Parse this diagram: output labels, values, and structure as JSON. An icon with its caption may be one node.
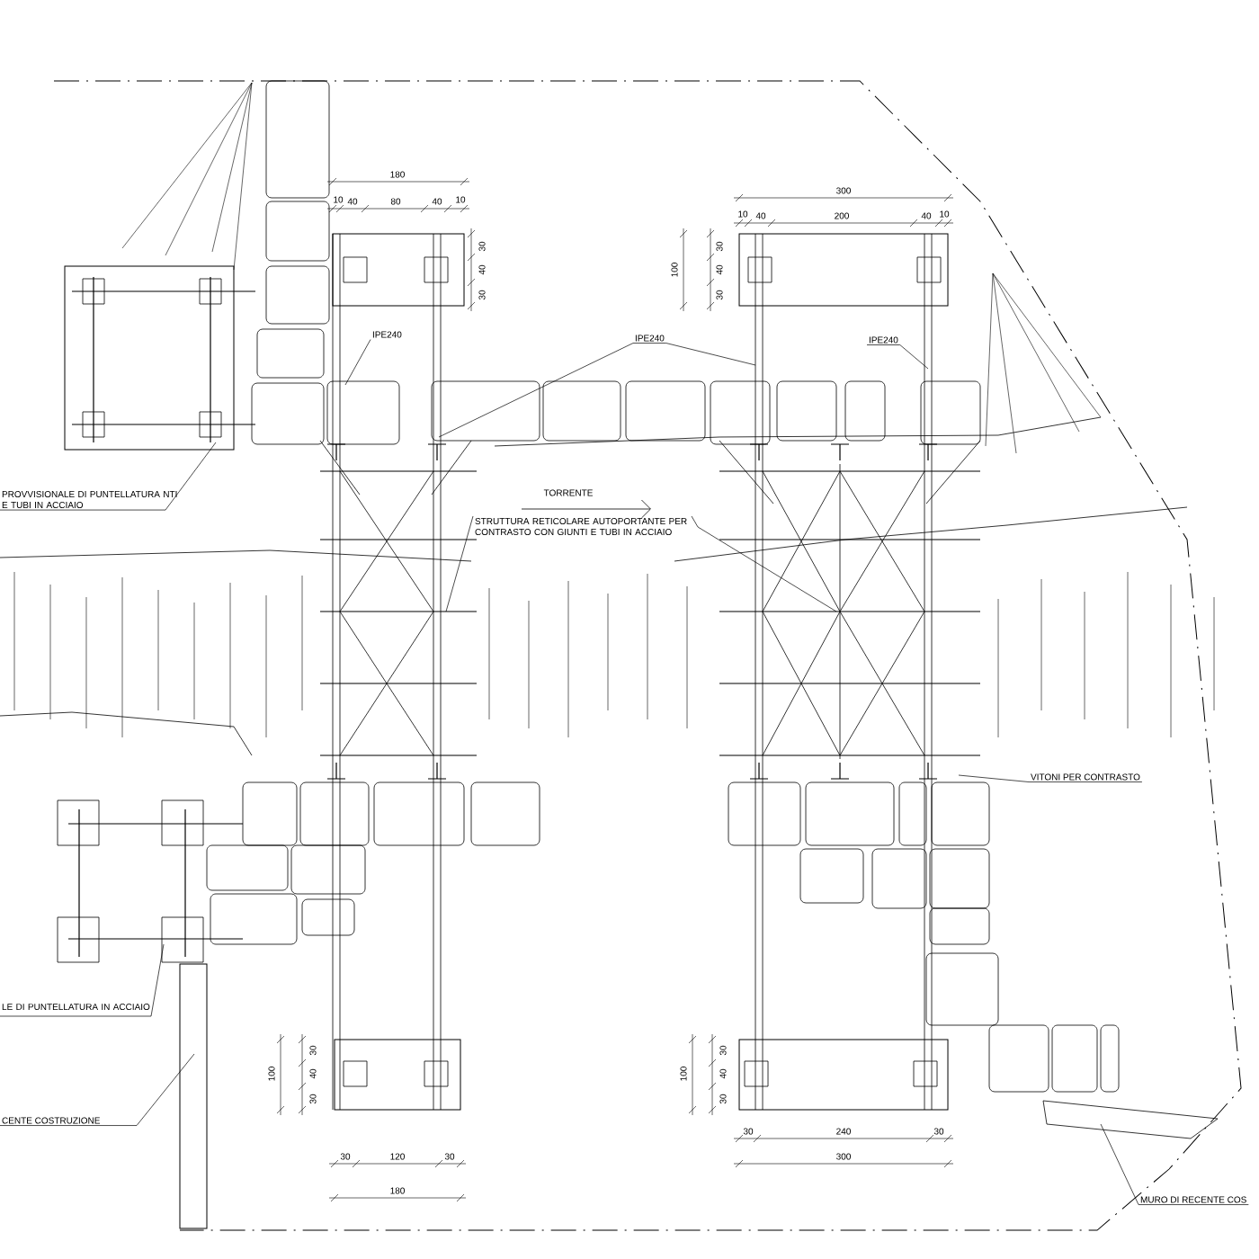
{
  "diagram": {
    "nodes": [
      {
        "text": [
          "PROVVISIONALE DI PUNTELLATURA NTI E TUBI IN ACCIAIO"
        ]
      },
      {
        "text": [
          "IPE240"
        ]
      },
      {
        "text": [
          "IPE240"
        ]
      },
      {
        "text": [
          "IPE240"
        ]
      },
      {
        "text": [
          "STRUTTURA RETICOLARE AUTOPORTANTE PER CONTRASTO CON GIUNTI E TUBI IN ACCIAIO"
        ]
      },
      {
        "text": [
          "VITONI PER CONTRASTO"
        ]
      },
      {
        "text": [
          "LE DI PUNTELLATURA IN ACCIAIO"
        ]
      },
      {
        "text": [
          "CENTE COSTRUZIONE"
        ]
      },
      {
        "text": [
          "MURO DI RECENTE COS"
        ]
      }
    ],
    "edges": [
      {
        "from": 0,
        "to": null,
        "arrow": "none"
      },
      {
        "from": 1,
        "to": null,
        "arrow": "none"
      },
      {
        "from": 2,
        "to": null,
        "arrow": "none"
      },
      {
        "from": 2,
        "to": null,
        "arrow": "none"
      },
      {
        "from": 3,
        "to": null,
        "arrow": "none"
      },
      {
        "from": 4,
        "to": null,
        "arrow": "none"
      },
      {
        "from": 4,
        "to": null,
        "arrow": "none"
      },
      {
        "from": 5,
        "to": null,
        "arrow": "none"
      },
      {
        "from": 6,
        "to": null,
        "arrow": "none"
      },
      {
        "from": 7,
        "to": null,
        "arrow": "none"
      },
      {
        "from": 8,
        "to": null,
        "arrow": "none"
      }
    ],
    "labels": [
      "180",
      "10",
      "40",
      "80",
      "40",
      "10",
      "300",
      "10",
      "40",
      "200",
      "40",
      "10",
      "30",
      "40",
      "30",
      "100",
      "30",
      "40",
      "30",
      "TORRENTE",
      "100",
      "30",
      "40",
      "30",
      "100",
      "30",
      "40",
      "30",
      "30",
      "120",
      "30",
      "30",
      "240",
      "30",
      "180",
      "300"
    ]
  }
}
